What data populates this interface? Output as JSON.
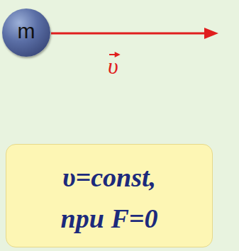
{
  "diagram": {
    "nodes": [
      {
        "text": [
          "m"
        ]
      },
      {
        "text": [
          "υ=const, при F=0"
        ]
      }
    ],
    "labels": [
      "υ"
    ]
  }
}
